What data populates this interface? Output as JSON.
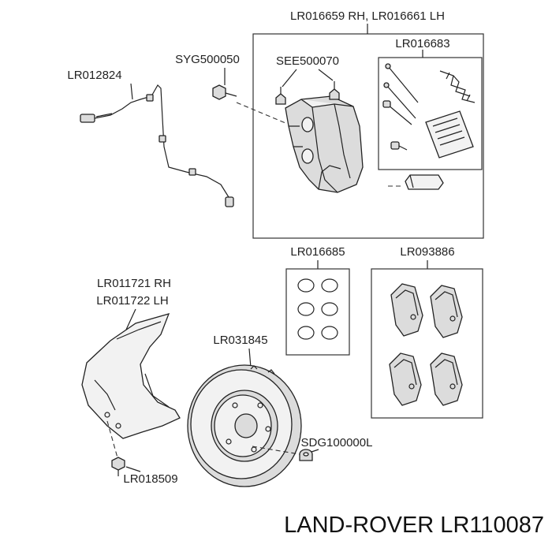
{
  "labels": {
    "caliper": "LR016659 RH, LR016661 LH",
    "caliper_kit": "LR016683",
    "sensor_bolt": "SYG500050",
    "bleed_screw": "SEE500070",
    "wear_sensor": "LR012824",
    "seal_kit": "LR016685",
    "pads": "LR093886",
    "shield_rh": "LR011721 RH",
    "shield_lh": "LR011722 LH",
    "disc": "LR031845",
    "disc_screw": "SDG100000L",
    "shield_bolt": "LR018509"
  },
  "brand": {
    "text": "LAND-ROVER LR110087"
  }
}
